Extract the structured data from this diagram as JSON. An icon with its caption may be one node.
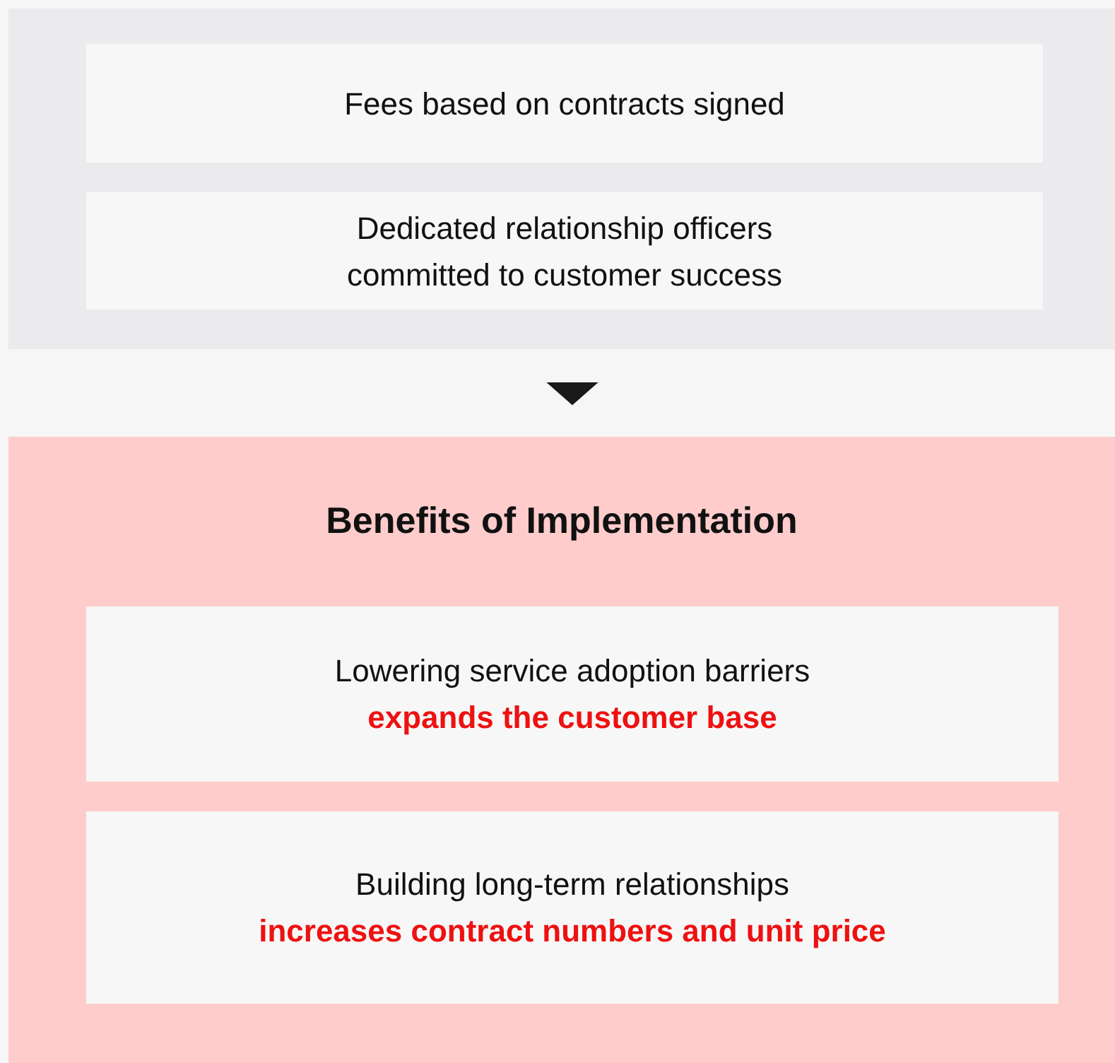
{
  "diagram": {
    "nodes": [
      {
        "text": [],
        "shape": "box"
      },
      {
        "text": [
          "Fees based on contracts signed"
        ],
        "in": 0
      },
      {
        "text": [
          "Dedicated relationship officers committed to customer success"
        ],
        "in": 0
      },
      {
        "text": [
          "Benefits of Implementation"
        ]
      },
      {
        "text": [
          "Lowering service adoption barriers",
          "expands the customer base"
        ],
        "in": 3
      },
      {
        "text": [
          "Building long-term relationships",
          "increases contract numbers and unit price"
        ],
        "in": 3
      }
    ],
    "edges": [
      {
        "from": 0,
        "to": 3,
        "arrow": "to"
      }
    ]
  }
}
